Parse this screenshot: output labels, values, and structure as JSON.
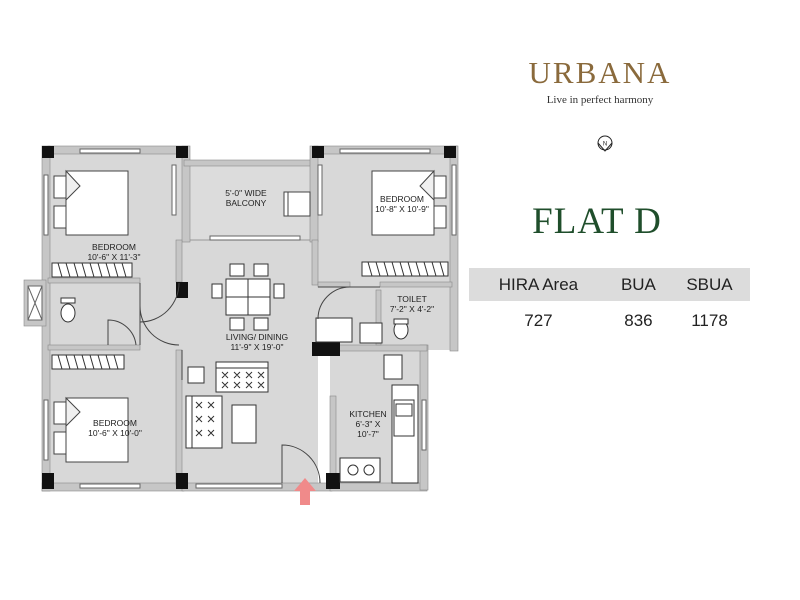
{
  "brand": {
    "name": "URBANA",
    "tagline": "Live in perfect harmony"
  },
  "compass": {
    "label": "N"
  },
  "flat": {
    "title": "FLAT D"
  },
  "area_table": {
    "headers": [
      "HIRA Area",
      "BUA",
      "SBUA"
    ],
    "values": [
      "727",
      "836",
      "1178"
    ]
  },
  "rooms": {
    "balcony": {
      "name": "5'-0\" WIDE",
      "name2": "BALCONY"
    },
    "bedroom_top_left": {
      "name": "BEDROOM",
      "dims": "10'-6\" X 11'-3\""
    },
    "bedroom_right": {
      "name": "BEDROOM",
      "dims": "10'-8\" X 10'-9\""
    },
    "toilet": {
      "name": "TOILET",
      "dims": "7'-2\" X 4'-2\""
    },
    "living": {
      "name": "LIVING/ DINING",
      "dims": "11'-9\" X 19'-0\""
    },
    "kitchen": {
      "name": "KITCHEN",
      "dims": "6'-3\" X",
      "dims2": "10'-7\""
    },
    "bedroom_bottom_left": {
      "name": "BEDROOM",
      "dims": "10'-6\" X 10'-0\""
    }
  },
  "colors": {
    "brand": "#8a6a3c",
    "title": "#1f4e2b",
    "floor": "#d8d8d8",
    "wall": "#bdbdbd",
    "column": "#111111",
    "entry_arrow": "#f08a8a"
  },
  "icons": {
    "compass": "north-compass-icon",
    "entry": "entry-arrow-icon"
  }
}
